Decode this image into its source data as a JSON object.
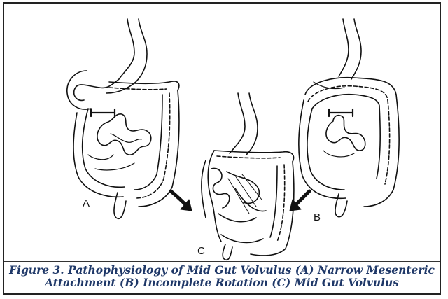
{
  "figure": {
    "labels": {
      "a": "A",
      "b": "B",
      "c": "C"
    },
    "caption": {
      "line1": "Figure 3. Pathophysiology of Mid Gut Volvulus (A) Narrow Mesenteric",
      "line2": "Attachment (B) Incomplete Rotation (C) Mid Gut Volvulus"
    },
    "colors": {
      "caption": "#1f3868",
      "ink": "#111111"
    }
  }
}
